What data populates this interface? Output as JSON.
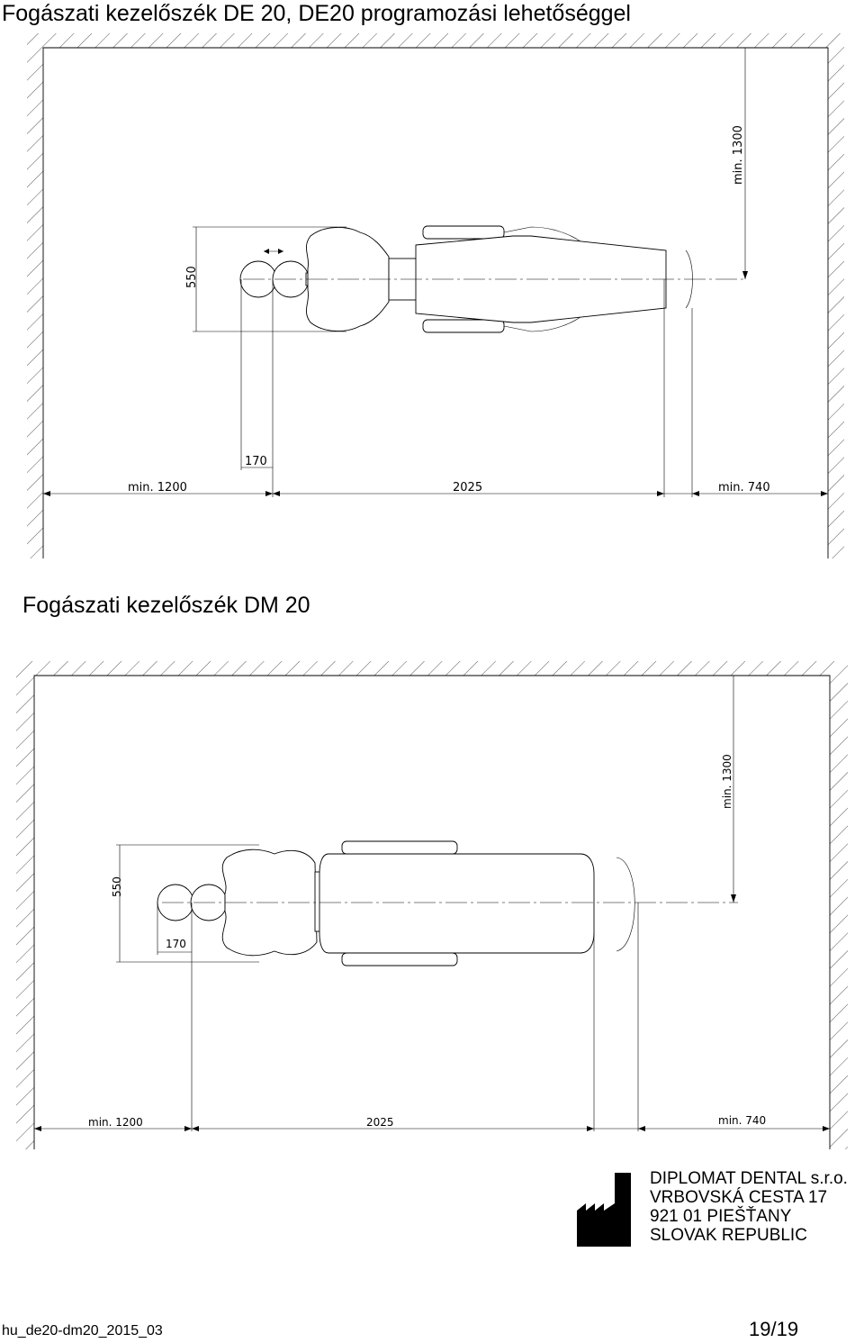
{
  "titles": {
    "top": "Fogászati kezelőszék DE 20, DE20  programozási lehetőséggel",
    "bottom": "Fogászati kezelőszék  DM 20"
  },
  "diagram_top": {
    "dim_width": "550",
    "dim_head": "170",
    "dim_min_left": "min. 1200",
    "dim_chair": "2025",
    "dim_min_right": "min. 740",
    "dim_min_top": "min. 1300"
  },
  "diagram_bottom": {
    "dim_width": "550",
    "dim_head": "170",
    "dim_min_left": "min. 1200",
    "dim_chair": "2025",
    "dim_min_right": "min. 740",
    "dim_min_top": "min. 1300"
  },
  "company": {
    "name": "DIPLOMAT DENTAL s.r.o.",
    "street": "VRBOVSKÁ CESTA 17",
    "city": "921 01 PIEŠŤANY",
    "country": "SLOVAK REPUBLIC"
  },
  "footer": {
    "doc_code": "hu_de20-dm20_2015_03",
    "page": "19/19"
  }
}
